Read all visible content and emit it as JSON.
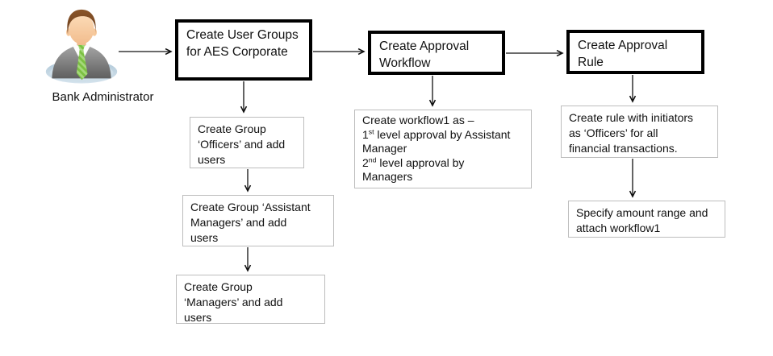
{
  "actor": {
    "label": "Bank Administrator"
  },
  "steps": {
    "user_groups": {
      "lines": [
        "Create User Groups",
        "for AES Corporate"
      ]
    },
    "approval_workflow": {
      "lines": [
        "Create Approval",
        "Workflow"
      ]
    },
    "approval_rule": {
      "lines": [
        "Create Approval",
        "Rule"
      ]
    }
  },
  "substeps": {
    "officers": {
      "lines": [
        "Create Group",
        "‘Officers’ and add",
        "users"
      ]
    },
    "assistant": {
      "lines": [
        "Create Group ‘Assistant",
        "Managers’ and add",
        "users"
      ]
    },
    "managers": {
      "lines": [
        "Create Group",
        "‘Managers’ and add",
        "users"
      ]
    },
    "workflow_detail": {
      "intro": "Create workflow1 as –",
      "level1_num": "1",
      "level1_sup": "st",
      "level1_text": " level approval by Assistant",
      "level1_cont": "Manager",
      "level2_num": "2",
      "level2_sup": "nd",
      "level2_text": " level approval by",
      "level2_cont": "Managers"
    },
    "rule_detail": {
      "lines": [
        "Create rule with initiators",
        "as ‘Officers’ for all",
        "financial transactions."
      ]
    },
    "amount_detail": {
      "lines": [
        "Specify amount range and",
        "attach workflow1"
      ]
    }
  },
  "colors": {
    "main_box_border": "#000000",
    "sub_box_border": "#bdbdbd",
    "text": "#111111",
    "tie_green": "#7cc142",
    "tie_stripe": "#a5d87a",
    "suit_gray_light": "#a9a9a9",
    "suit_gray_dark": "#5f5f5f",
    "face_peach": "#fcdcb8",
    "hair_brown": "#7a4a24",
    "base_blue": "#c0d4e2"
  }
}
